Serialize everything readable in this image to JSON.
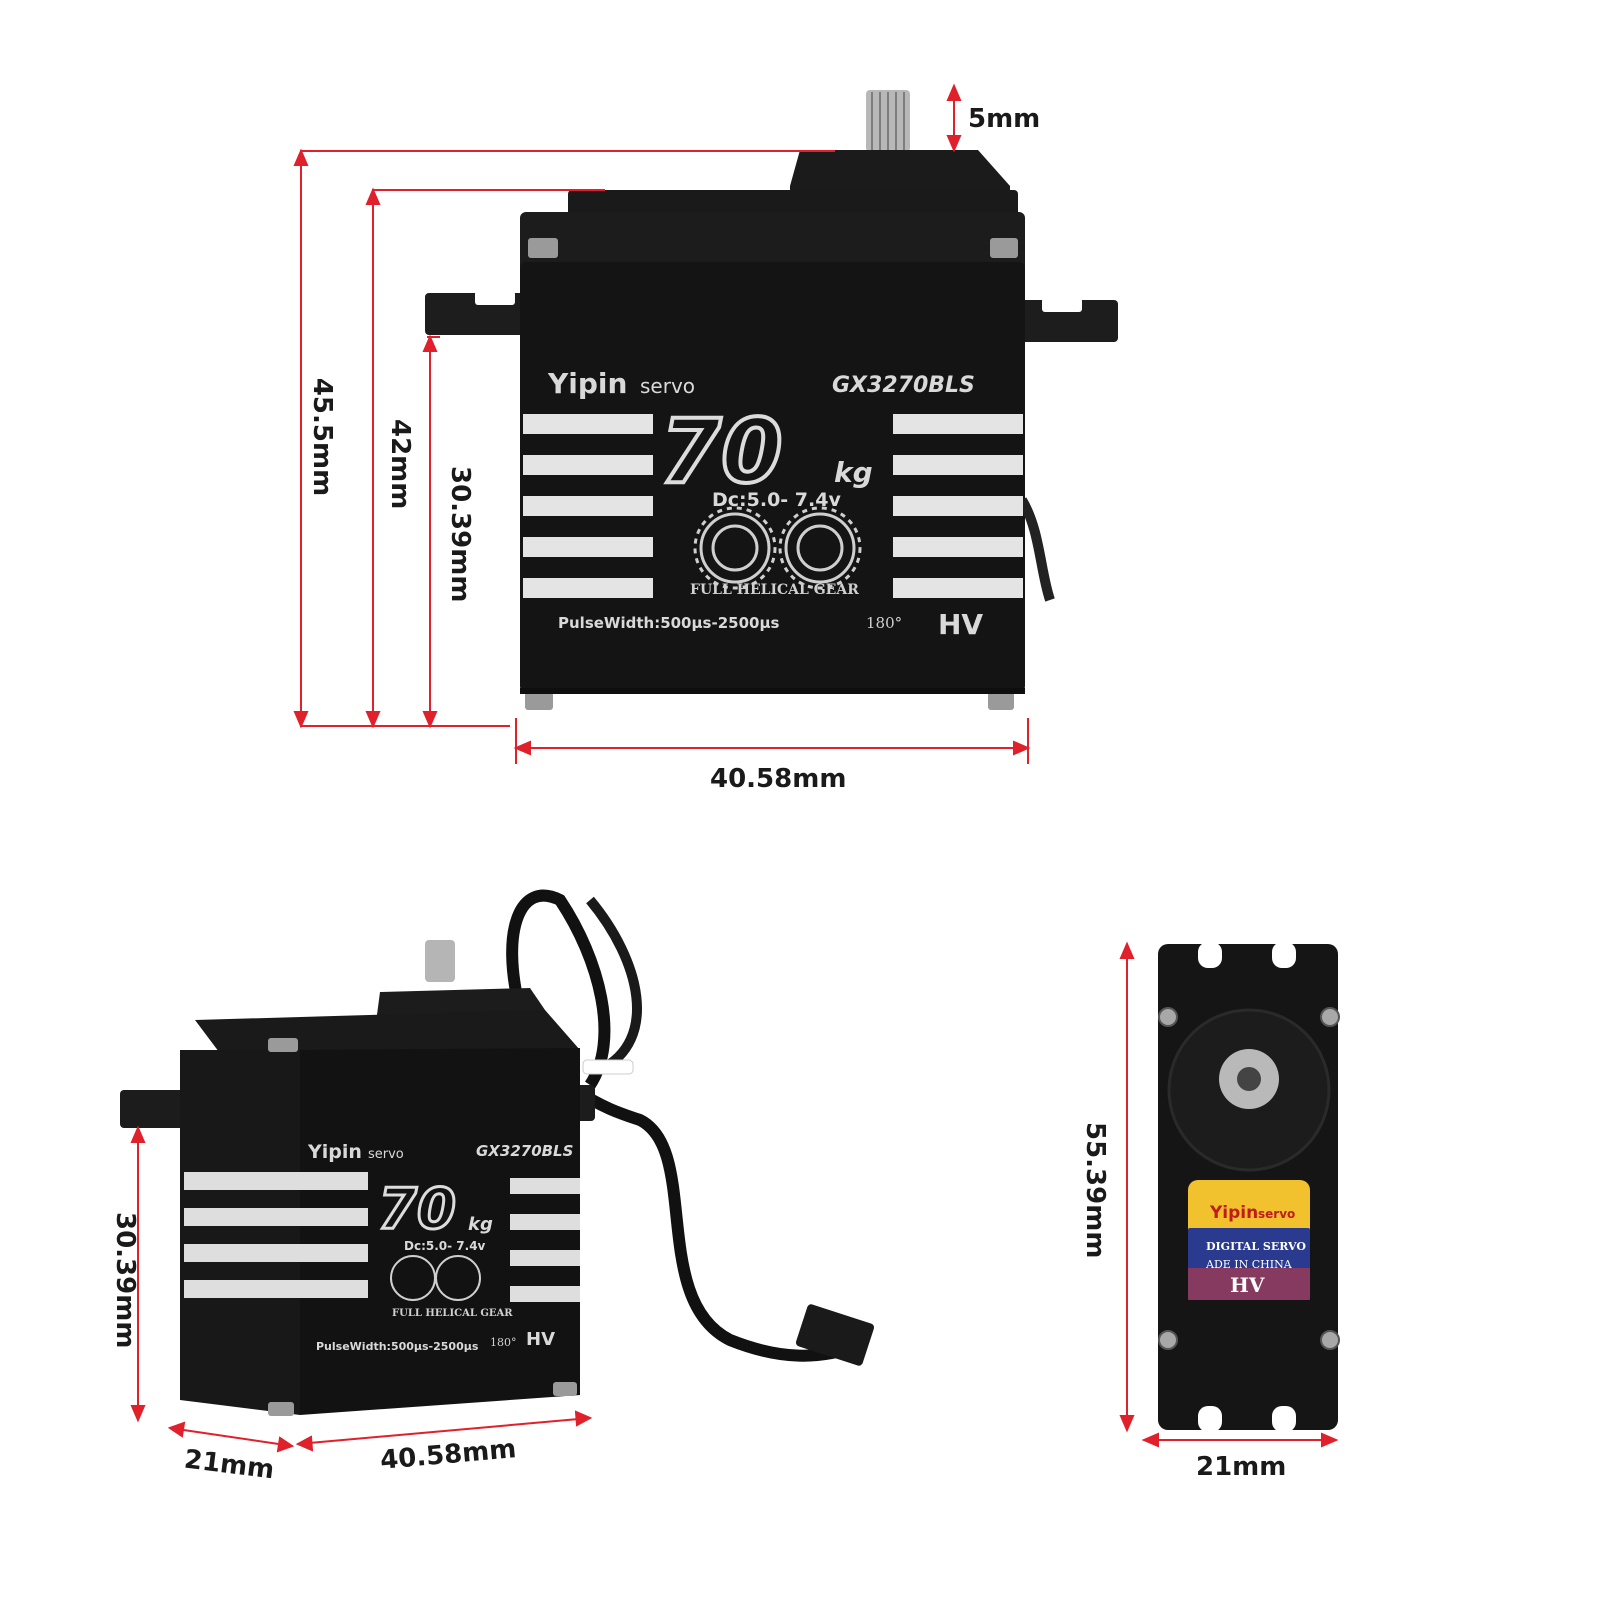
{
  "colors": {
    "dimension_line": "#e0202a",
    "servo_body": "#151515",
    "servo_fin": "#e8e8e8",
    "label_yellow": "#f2c12e",
    "label_blue": "#2a3a8f",
    "label_red": "#d23a3a"
  },
  "dimensions": {
    "top_gear": "5mm",
    "total_height": "45.5mm",
    "body_height": "42mm",
    "case_height": "30.39mm",
    "width_front": "40.58mm",
    "side_height": "30.39mm",
    "side_depth": "21mm",
    "side_width": "40.58mm",
    "bottom_length": "55.39mm",
    "bottom_width": "21mm"
  },
  "front_servo": {
    "brand": "Yipin",
    "brand_suffix": "servo",
    "model": "GX3270BLS",
    "torque": "70",
    "torque_unit": "kg",
    "voltage": "Dc:5.0- 7.4v",
    "gear_text": "FULL HELICAL GEAR",
    "pulse": "PulseWidth:500μs-2500μs",
    "angle": "180°",
    "hv": "HV"
  },
  "side_servo": {
    "brand": "Yipin",
    "brand_suffix": "servo",
    "model": "GX3270BLS",
    "torque": "70",
    "torque_unit": "kg",
    "voltage": "Dc:5.0- 7.4v",
    "gear_text": "FULL HELICAL GEAR",
    "pulse": "PulseWidth:500μs-2500μs",
    "angle": "180°",
    "hv": "HV"
  },
  "bottom_label": {
    "brand": "Yipin",
    "brand_suffix": "servo",
    "line1": "DIGITAL SERVO",
    "line2": "ADE IN CHINA",
    "line3": "HV"
  }
}
